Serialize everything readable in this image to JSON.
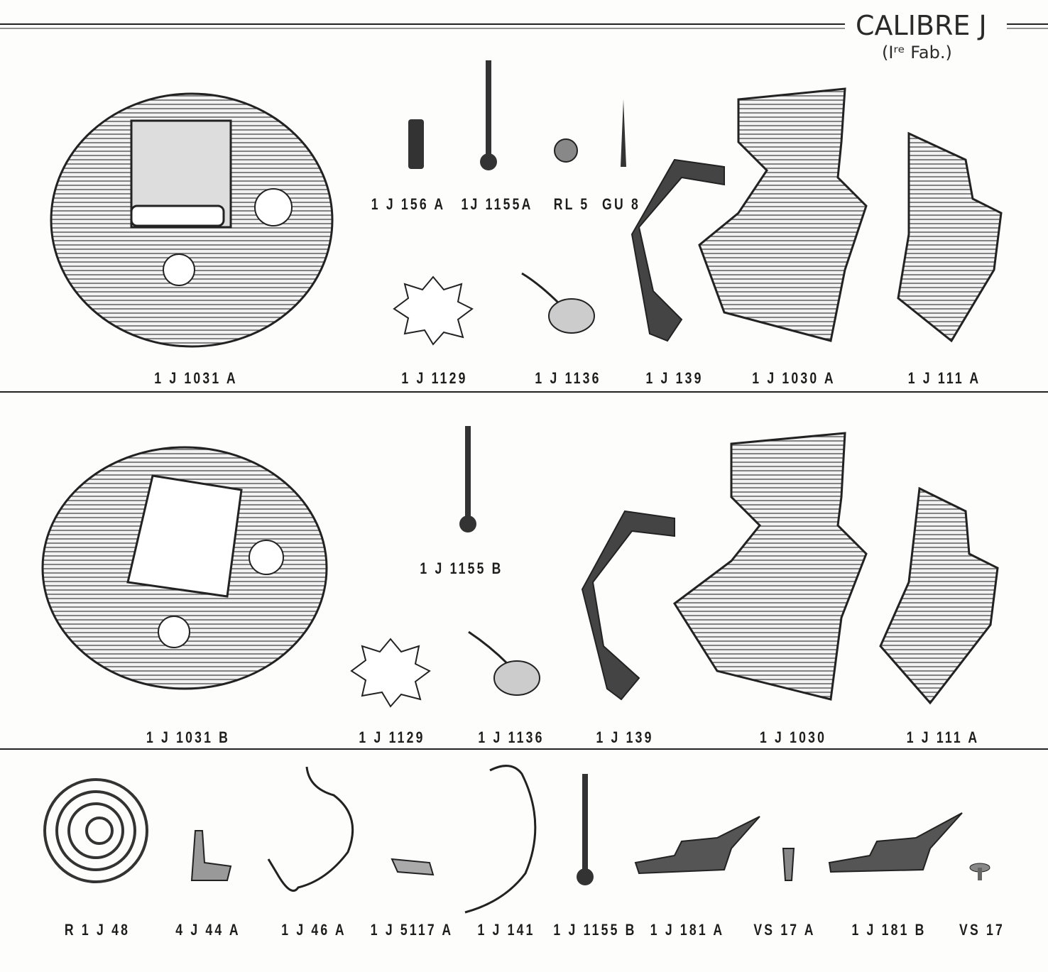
{
  "header": {
    "title": "CALIBRE J",
    "subtitle": "(Iʳᵉ Fab.)"
  },
  "section1": {
    "small_parts": [
      "1 J 156 A",
      "1J 1155A",
      "RL 5",
      "GU 8"
    ],
    "labels": [
      "1 J 1031 A",
      "1 J 1129",
      "1 J 1136",
      "1 J 139",
      "1 J 1030 A",
      "1 J 111 A"
    ]
  },
  "section2": {
    "small_parts": [
      "1 J 1155 B"
    ],
    "labels": [
      "1 J 1031 B",
      "1 J 1129",
      "1 J 1136",
      "1 J 139",
      "1 J 1030",
      "1 J 111 A"
    ]
  },
  "section3": {
    "labels": [
      "R 1 J 48",
      "4 J 44 A",
      "1 J 46 A",
      "1 J 5117 A",
      "1 J 141",
      "1 J 1155 B",
      "1 J 181 A",
      "VS 17 A",
      "1 J 181 B",
      "VS 17"
    ]
  }
}
